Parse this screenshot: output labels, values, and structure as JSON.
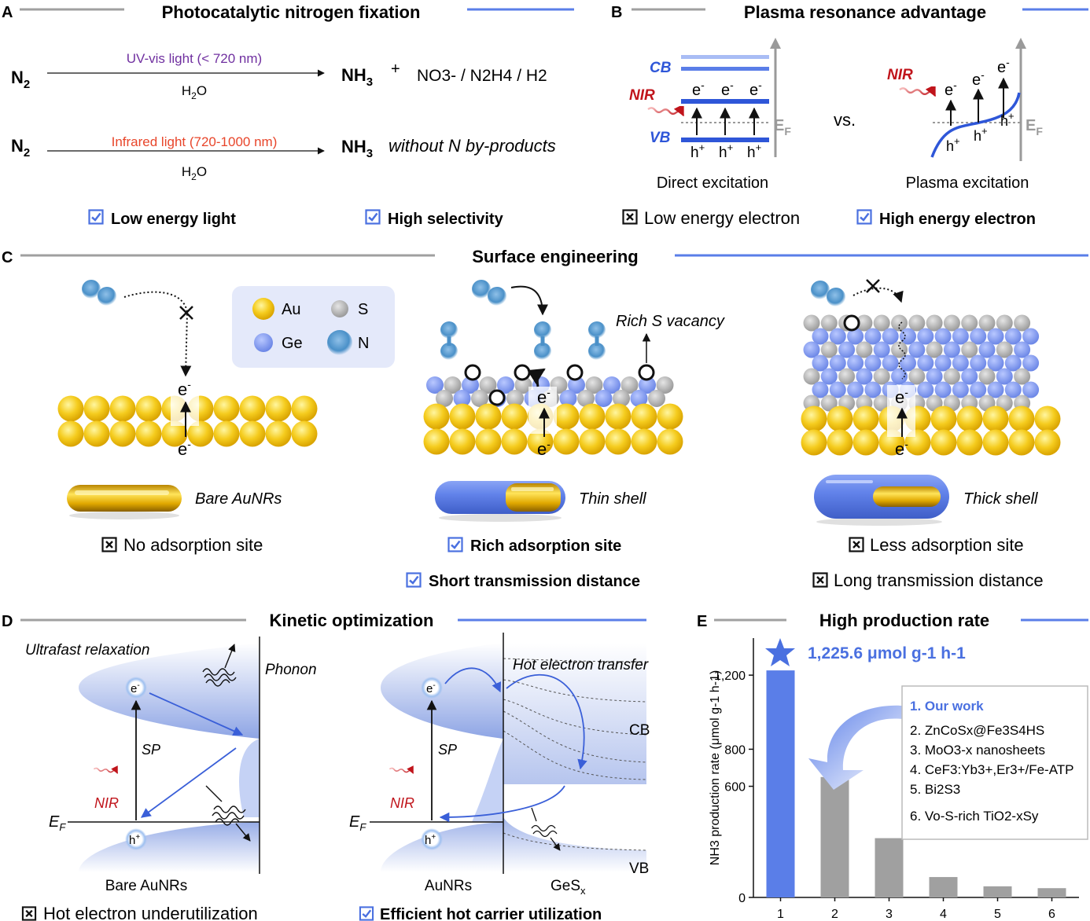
{
  "panel_a": {
    "letter": "A",
    "title": "Photocatalytic nitrogen fixation",
    "r1_reactant": "N",
    "r1_reactant_sub": "2",
    "r1_condition_top": "UV-vis light (< 720 nm)",
    "r1_condition_bottom_main": "H",
    "r1_condition_bottom_sub": "2",
    "r1_condition_bottom_end": "O",
    "r1_product": "NH",
    "r1_product_sub": "3",
    "r1_plus": "+",
    "r1_byproducts": "NO3- / N2H4 / H2",
    "r2_reactant": "N",
    "r2_reactant_sub": "2",
    "r2_condition_top": "Infrared light (720-1000 nm)",
    "r2_product": "NH",
    "r2_product_sub": "3",
    "r2_note": "without N by-products",
    "check1": "Low energy light",
    "check2": "High selectivity"
  },
  "panel_b": {
    "letter": "B",
    "title": "Plasma resonance advantage",
    "cb": "CB",
    "vb": "VB",
    "nir": "NIR",
    "electron": "e",
    "hole": "h",
    "ef_main": "E",
    "ef_sub": "F",
    "vs": "vs.",
    "left_caption": "Direct excitation",
    "right_caption": "Plasma excitation",
    "cross1": "Low energy electron",
    "check1": "High energy electron"
  },
  "panel_c": {
    "letter": "C",
    "title": "Surface engineering",
    "legend": {
      "au": "Au",
      "s": "S",
      "ge": "Ge",
      "n": "N"
    },
    "rich_s": "Rich S vacancy",
    "labels": [
      "Bare AuNRs",
      "Thin shell",
      "Thick shell"
    ],
    "cross1": "No adsorption site",
    "check1": "Rich adsorption site",
    "check2": "Short transmission distance",
    "cross2": "Less adsorption site",
    "cross3": "Long transmission distance"
  },
  "panel_d": {
    "letter": "D",
    "title": "Kinetic optimization",
    "ultrafast": "Ultrafast relaxation",
    "phonon": "Phonon",
    "sp": "SP",
    "nir": "NIR",
    "hot_transfer": "Hot electron transfer",
    "cb": "CB",
    "vb": "VB",
    "bare": "Bare AuNRs",
    "aunrs": "AuNRs",
    "gesx": "GeS",
    "gesx_sub": "x",
    "cross1": "Hot electron underutilization",
    "check1": "Efficient hot carrier utilization"
  },
  "panel_e": {
    "letter": "E",
    "title": "High production rate",
    "highlight": "1,225.6 μmol g-1 h-1",
    "legend_items": [
      "1. Our work",
      "2. ZnCoSx@Fe3S4HS",
      "3. MoO3-x nanosheets",
      "4. CeF3:Yb3+,Er3+/Fe-ATP",
      "5. Bi2S3",
      "6. Vo-S-rich TiO2-xSy"
    ]
  },
  "chart_data": {
    "type": "bar",
    "categories": [
      "1",
      "2",
      "3",
      "4",
      "5",
      "6"
    ],
    "values": [
      1225.6,
      650,
      320,
      110,
      60,
      50
    ],
    "ylabel": "NH3 production rate (μmol g-1 h-1)",
    "ylim": [
      0,
      1400
    ],
    "yticks": [
      0,
      600,
      800,
      1200
    ],
    "ytick_labels": [
      "0",
      "600",
      "800",
      "1,200"
    ],
    "colors": [
      "#5a7ee8",
      "#a0a0a0",
      "#a0a0a0",
      "#a0a0a0",
      "#a0a0a0",
      "#a0a0a0"
    ],
    "grid": false
  },
  "colors": {
    "accent": "#5a7ee8",
    "gray_line": "#a0a0a0",
    "gold": "#f2c417",
    "red": "#c0141b"
  }
}
